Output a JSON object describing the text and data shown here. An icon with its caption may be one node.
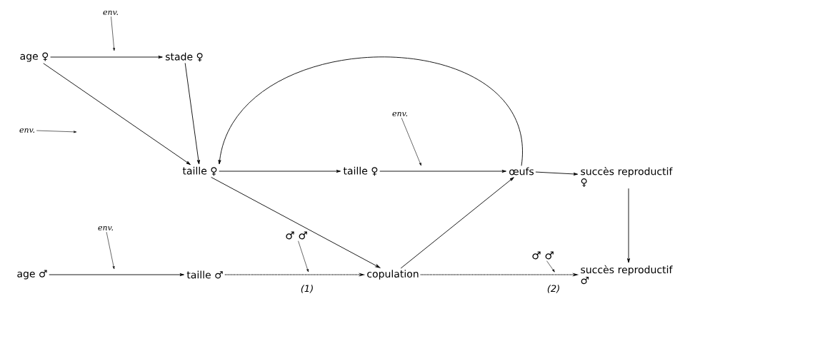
{
  "diagram": {
    "nodes": [
      {
        "text": [
          "age ♀"
        ]
      },
      {
        "text": [
          "stade ♀"
        ]
      },
      {
        "text": [
          "taille ♀"
        ]
      },
      {
        "text": [
          "taille ♀"
        ]
      },
      {
        "text": [
          "œufs"
        ]
      },
      {
        "text": [
          "succès reproductif ♀"
        ]
      },
      {
        "text": [
          "age ♂"
        ]
      },
      {
        "text": [
          "taille ♂"
        ]
      },
      {
        "text": [
          "copulation"
        ]
      },
      {
        "text": [
          "succès reproductif ♂"
        ]
      },
      {
        "text": [
          "env."
        ]
      },
      {
        "text": [
          "env."
        ]
      },
      {
        "text": [
          "env."
        ]
      },
      {
        "text": [
          "env."
        ]
      },
      {
        "text": [
          "♂ ♂"
        ]
      },
      {
        "text": [
          "♂ ♂"
        ]
      }
    ],
    "edges": [
      {
        "from": 0,
        "to": 1,
        "arrow": "to"
      },
      {
        "from": 0,
        "to": 2,
        "arrow": "to"
      },
      {
        "from": 1,
        "to": 2,
        "arrow": "to"
      },
      {
        "from": 2,
        "to": 3,
        "arrow": "to"
      },
      {
        "from": 3,
        "to": 4,
        "arrow": "to"
      },
      {
        "from": 4,
        "to": 2,
        "arrow": "to"
      },
      {
        "from": 4,
        "to": 5,
        "arrow": "to"
      },
      {
        "from": 2,
        "to": 8,
        "arrow": "to"
      },
      {
        "from": 8,
        "to": 4,
        "arrow": "to"
      },
      {
        "from": 5,
        "to": 9,
        "arrow": "to"
      },
      {
        "from": 6,
        "to": 7,
        "arrow": "to"
      },
      {
        "from": 7,
        "to": 8,
        "arrow": "to",
        "style": "dashed",
        "label": "(1)"
      },
      {
        "from": 8,
        "to": 9,
        "arrow": "to",
        "style": "dashed",
        "label": "(2)"
      },
      {
        "from": 10,
        "to": null,
        "arrow": "to"
      },
      {
        "from": 11,
        "to": null,
        "arrow": "to"
      },
      {
        "from": 12,
        "to": null,
        "arrow": "to"
      },
      {
        "from": 13,
        "to": null,
        "arrow": "to"
      },
      {
        "from": 14,
        "to": null,
        "arrow": "to"
      },
      {
        "from": 15,
        "to": null,
        "arrow": "to"
      }
    ]
  }
}
